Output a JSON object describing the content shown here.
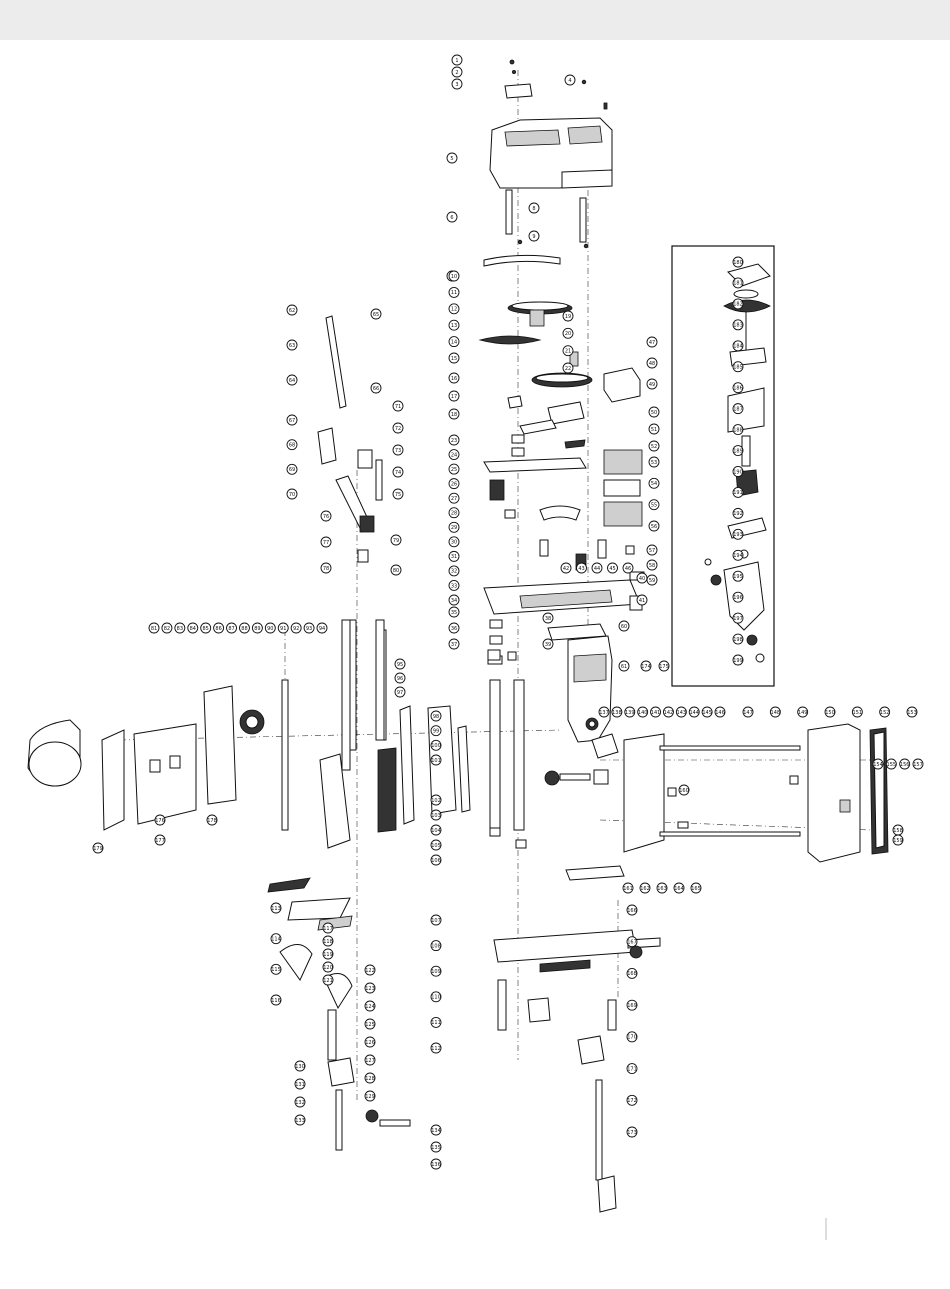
{
  "diagram": {
    "kind": "exploded parts diagram",
    "callout_labels": [
      "1",
      "2",
      "3",
      "4",
      "5",
      "6",
      "7",
      "8",
      "9",
      "10",
      "11",
      "12",
      "13",
      "14",
      "15",
      "16",
      "17",
      "18",
      "19",
      "20",
      "21",
      "22",
      "23",
      "24",
      "25",
      "26",
      "27",
      "28",
      "29",
      "30",
      "31",
      "32",
      "33",
      "34",
      "35",
      "36",
      "37",
      "38",
      "39",
      "40",
      "41",
      "42",
      "43",
      "44",
      "45",
      "46",
      "47",
      "48",
      "49",
      "50",
      "51",
      "52",
      "53",
      "54",
      "55",
      "56",
      "57",
      "58",
      "59",
      "60",
      "61",
      "62",
      "63",
      "64",
      "65",
      "66",
      "67",
      "68",
      "69",
      "70",
      "71",
      "72",
      "73",
      "74",
      "75",
      "76",
      "77",
      "78",
      "79",
      "80",
      "81",
      "82",
      "83",
      "84",
      "85",
      "86",
      "87",
      "88",
      "89",
      "90",
      "91",
      "92",
      "93",
      "94",
      "95",
      "96",
      "97",
      "98",
      "99",
      "100",
      "101",
      "102",
      "103",
      "104",
      "105",
      "106",
      "107",
      "108",
      "109",
      "110",
      "111",
      "112",
      "113",
      "114",
      "115",
      "116",
      "117",
      "118",
      "119",
      "120",
      "121",
      "122",
      "123",
      "124",
      "125",
      "126",
      "127",
      "128",
      "129",
      "130",
      "131",
      "132",
      "133",
      "134",
      "135",
      "136",
      "137",
      "138",
      "139",
      "140",
      "141",
      "142",
      "143",
      "144",
      "145",
      "146",
      "147",
      "148",
      "149",
      "150",
      "151",
      "152",
      "153",
      "154",
      "155",
      "156",
      "157",
      "158",
      "159",
      "160",
      "161",
      "162",
      "163",
      "164",
      "165",
      "166",
      "167",
      "168",
      "169",
      "170",
      "171",
      "172",
      "173",
      "174",
      "175",
      "176",
      "177",
      "178",
      "179",
      "180",
      "181",
      "182",
      "183",
      "184",
      "185",
      "186",
      "187",
      "188",
      "189",
      "190",
      "191",
      "192",
      "193",
      "194",
      "195",
      "196",
      "197",
      "198",
      "199",
      "200",
      "201",
      "202",
      "203",
      "204",
      "205",
      "206",
      "207",
      "208",
      "209",
      "210",
      "211",
      "212",
      "213",
      "214",
      "215",
      "216",
      "217",
      "218",
      "219",
      "220"
    ]
  },
  "colors": {
    "background": "#ffffff",
    "top_band": "#ececec",
    "line": "#111111"
  }
}
